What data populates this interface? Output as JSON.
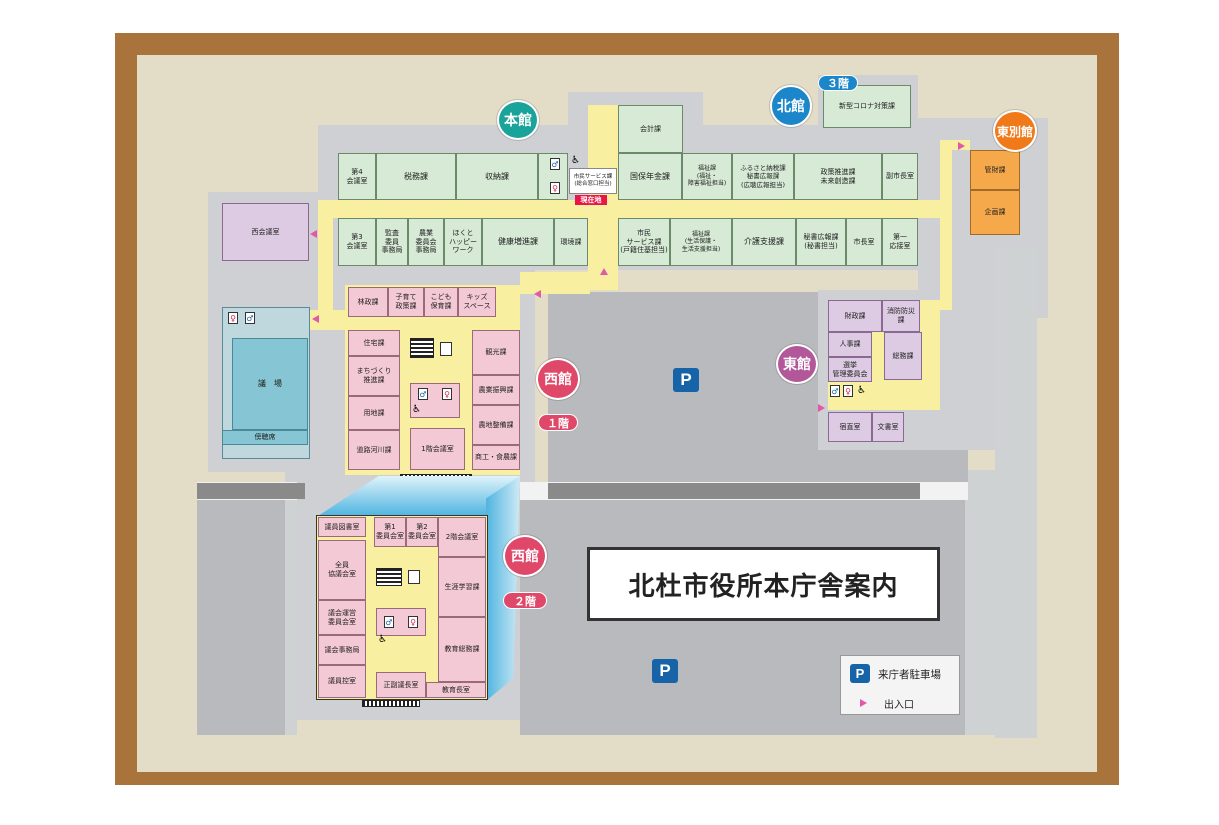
{
  "title": "北杜市役所本庁舎案内",
  "buildings": {
    "honkan": "本館",
    "kitakan": "北館",
    "higashi_bekkan": "東別館",
    "higashikan": "東館",
    "nishikan_1": "西館",
    "nishikan_2": "西館"
  },
  "floors": {
    "kitakan": "３階",
    "nishikan_1": "１階",
    "nishikan_2": "２階"
  },
  "here_label": "現在地",
  "rooms": {
    "kaikei": "会計課",
    "daiyon": "第4\n会議室",
    "zeimu": "税務課",
    "shuno": "収納課",
    "shimin_service": "市民サービス課\n(総合窓口担当)",
    "kokuho": "国保年金課",
    "fukushi_top": "福祉課\n(福祉・\n障害福祉担当)",
    "furusato": "ふるさと納税課\n秘書広報課\n(広聴広報担当)",
    "seisaku": "政策推進課\n未来創造課",
    "fukushicho": "副市長室",
    "dai3": "第3\n会議室",
    "kansa": "監査\n委員\n事務局",
    "nogyo": "農業\n委員会\n事務局",
    "hokuto_happy": "ほくと\nハッピー\nワーク",
    "kenko": "健康増進課",
    "kankyo": "環境課",
    "shimin_service2": "市民\nサービス課\n(戸籍住基担当)",
    "fukushi_bottom": "福祉課\n(生活保護・\n生活支援担当)",
    "kaigo": "介護支援課",
    "hisho": "秘書広報課\n(秘書担当)",
    "shicho": "市長室",
    "dai1_osetsu": "第一\n応接室",
    "nishikaigi": "西会議室",
    "corona": "新型コロナ対策課",
    "kanzai": "管財課",
    "kikaku": "企画課",
    "zaisei": "財政課",
    "shobo": "消防防災課",
    "jinji": "人事課",
    "senkyo": "選挙\n管理委員会",
    "somu": "総務課",
    "shukuchoku": "宿直室",
    "bunsho": "文書室",
    "rinsei": "林政課",
    "kosodate": "子育て\n政策課",
    "kodomo": "こども\n保育課",
    "kids": "キッズ\nスペース",
    "jutaku": "住宅課",
    "machizukuri": "まちづくり\n推進課",
    "yochi": "用地課",
    "doro": "道路河川課",
    "kanko": "観光課",
    "nogyo_shinko": "農業振興課",
    "nochi": "農地整備課",
    "shoko": "商工・食農課",
    "kaigishitsu_1f": "1階会議室",
    "gijo": "議　場",
    "bochoseki": "傍聴席",
    "giin_tosho": "議員図書室",
    "dai1_iinkai": "第1\n委員会室",
    "dai2_iinkai": "第2\n委員会室",
    "kaigishitsu_2f": "2階会議室",
    "zenin": "全員\n協議会室",
    "shogai": "生涯学習課",
    "gikai_unei": "議会運営\n委員会室",
    "gikai_jimu": "議会事務局",
    "kyoiku_somu": "教育総務課",
    "giin_hikae": "議員控室",
    "seifuku_gicho": "正副議長室",
    "kyoikucho": "教育長室"
  },
  "legend": {
    "parking": "来庁者駐車場",
    "entrance": "出入口",
    "p_symbol": "P"
  },
  "icons": {
    "toilet_men": "toilet-men-icon",
    "toilet_women": "toilet-women-icon",
    "wheelchair": "wheelchair-icon",
    "elevator": "elevator-icon",
    "stairs": "stairs-icon"
  },
  "colors": {
    "honkan": "#1aa39a",
    "kitakan": "#1b86c9",
    "higashi_bekkan": "#f07a1a",
    "higashikan": "#b2589a",
    "nishikan": "#e0486a",
    "parking": "#1663a8"
  }
}
